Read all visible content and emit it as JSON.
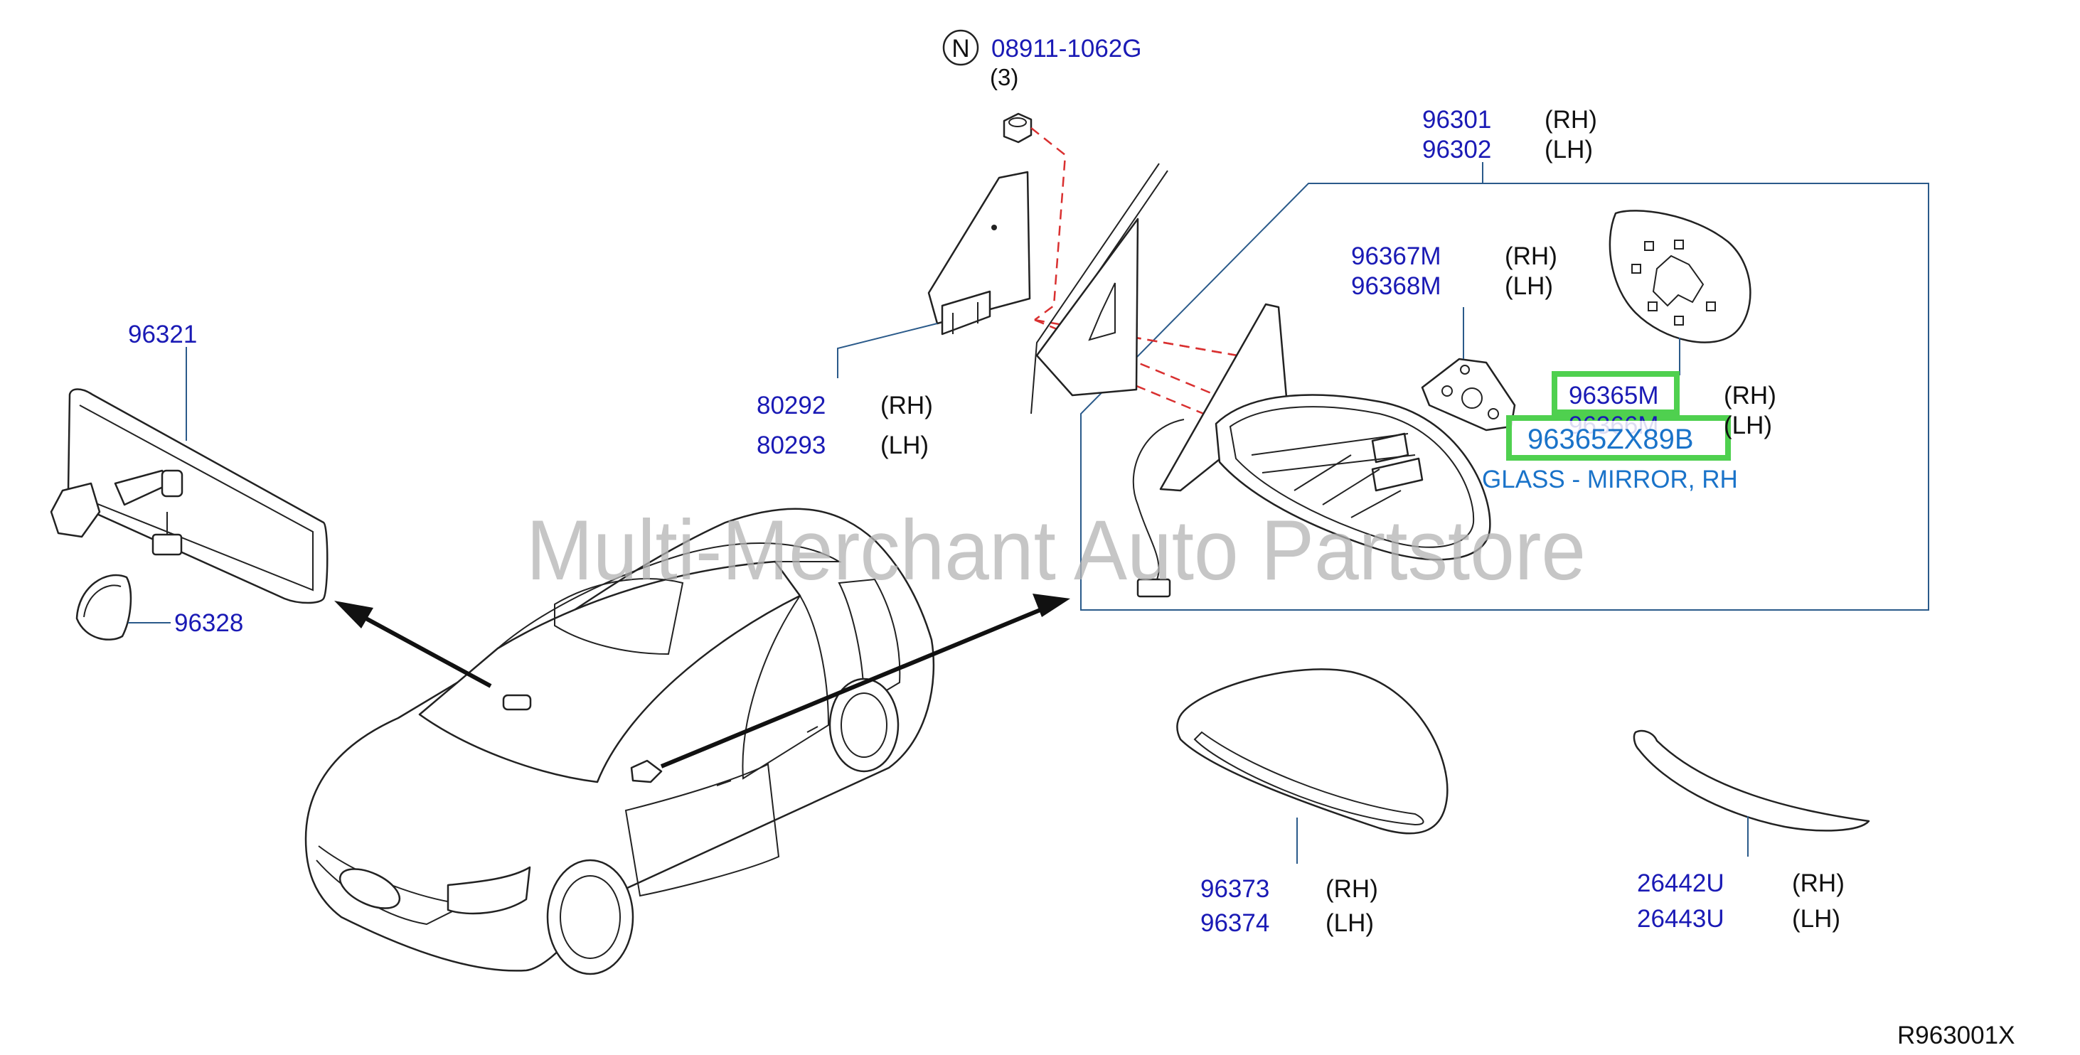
{
  "parts": {
    "nut": {
      "symbol": "N",
      "number": "08911-1062G",
      "qty": "(3)"
    },
    "mirror_assy": {
      "rh": "96301",
      "rh_side": "(RH)",
      "lh": "96302",
      "lh_side": "(LH)"
    },
    "base_cover": {
      "rh": "96367M",
      "rh_side": "(RH)",
      "lh": "96368M",
      "lh_side": "(LH)"
    },
    "glass": {
      "rh": "96365M",
      "rh_side": "(RH)",
      "lh": "96366M",
      "lh_side": "(LH)"
    },
    "highlight": {
      "part_number": "96365ZX89B",
      "description": "GLASS - MIRROR, RH"
    },
    "inside_mirror": {
      "number": "96321"
    },
    "inside_mirror_cover": {
      "number": "96328"
    },
    "corner_finisher": {
      "rh": "80292",
      "rh_side": "(RH)",
      "lh": "80293",
      "lh_side": "(LH)"
    },
    "mirror_cover": {
      "rh": "96373",
      "rh_side": "(RH)",
      "lh": "96374",
      "lh_side": "(LH)"
    },
    "side_lamp": {
      "rh": "26442U",
      "rh_side": "(RH)",
      "lh": "26443U",
      "lh_side": "(LH)"
    }
  },
  "watermark": "Multi-Merchant Auto Partstore",
  "reference": "R963001X",
  "colors": {
    "part_number": "#1a1ab5",
    "highlight": "#4fd04f",
    "highlight_text": "#1a73c9",
    "dashed_guide": "#d93030",
    "frame": "#2a5a8a"
  }
}
